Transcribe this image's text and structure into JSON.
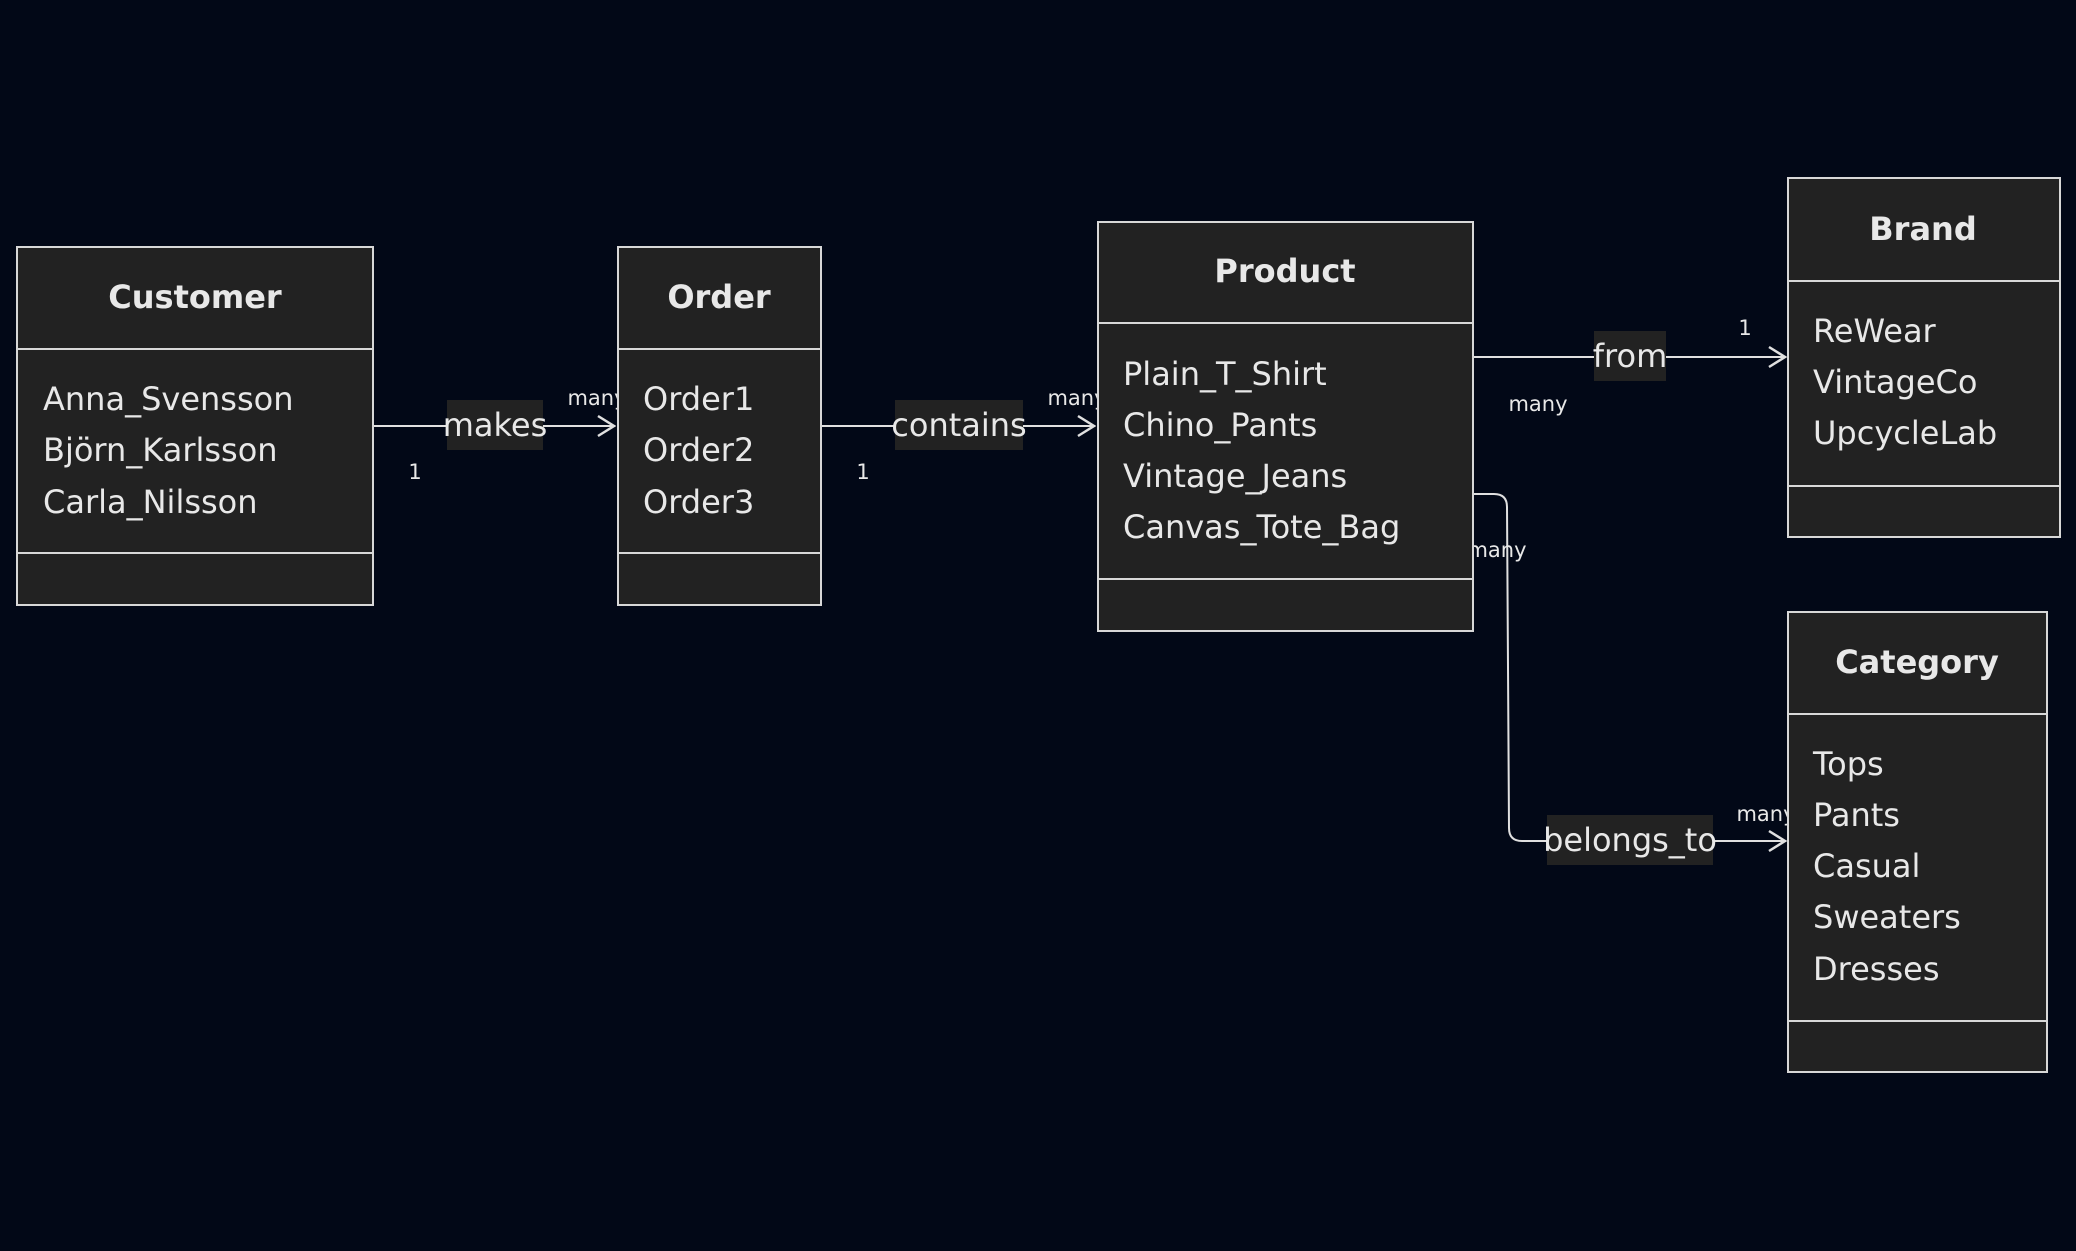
{
  "diagram": {
    "classes": [
      {
        "id": "customer",
        "title": "Customer",
        "items": [
          "Anna_Svensson",
          "Björn_Karlsson",
          "Carla_Nilsson"
        ]
      },
      {
        "id": "order",
        "title": "Order",
        "items": [
          "Order1",
          "Order2",
          "Order3"
        ]
      },
      {
        "id": "product",
        "title": "Product",
        "items": [
          "Plain_T_Shirt",
          "Chino_Pants",
          "Vintage_Jeans",
          "Canvas_Tote_Bag"
        ]
      },
      {
        "id": "brand",
        "title": "Brand",
        "items": [
          "ReWear",
          "VintageCo",
          "UpcycleLab"
        ]
      },
      {
        "id": "category",
        "title": "Category",
        "items": [
          "Tops",
          "Pants",
          "Casual",
          "Sweaters",
          "Dresses"
        ]
      }
    ],
    "relations": [
      {
        "id": "makes",
        "from": "Customer",
        "to": "Order",
        "label": "makes",
        "from_multiplicity": "1",
        "to_multiplicity": "many"
      },
      {
        "id": "contains",
        "from": "Order",
        "to": "Product",
        "label": "contains",
        "from_multiplicity": "1",
        "to_multiplicity": "many"
      },
      {
        "id": "from",
        "from": "Product",
        "to": "Brand",
        "label": "from",
        "from_multiplicity": "many",
        "to_multiplicity": "1"
      },
      {
        "id": "belongs_to",
        "from": "Product",
        "to": "Category",
        "label": "belongs_to",
        "from_multiplicity": "many",
        "to_multiplicity": "many"
      }
    ]
  }
}
